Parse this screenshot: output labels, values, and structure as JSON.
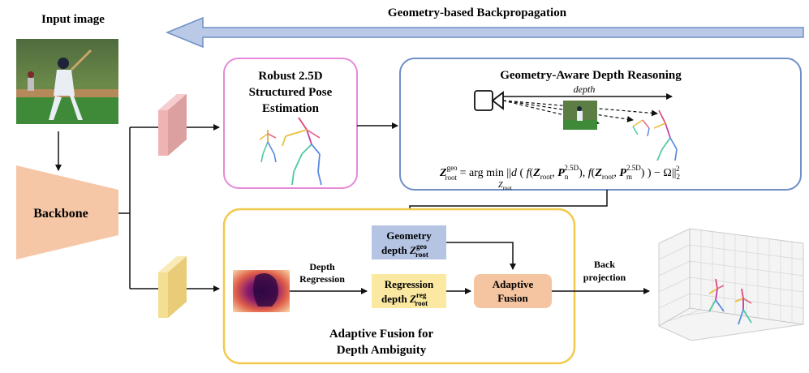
{
  "header": {
    "input_image_label": "Input image",
    "backprop_label": "Geometry-based Backpropagation"
  },
  "backbone": {
    "label": "Backbone"
  },
  "pose_box": {
    "line1": "Robust 2.5D",
    "line2": "Structured Pose",
    "line3": "Estimation"
  },
  "geometry_box": {
    "title": "Geometry-Aware Depth Reasoning",
    "depth_label": "depth",
    "equation": "Z_root^geo = arg min_{Z_root} ||d( f(Z_root, P_n^{2.5D}), f(Z_root, P_m^{2.5D}) ) − Ω||_2^2"
  },
  "fusion_box": {
    "title_line1": "Adaptive Fusion for",
    "title_line2": "Depth Ambiguity",
    "geo_depth_line1": "Geometry",
    "geo_depth_line2": "depth Z_root^geo",
    "reg_depth_line1": "Regression",
    "reg_depth_line2": "depth Z_root^reg",
    "adaptive_line1": "Adaptive",
    "adaptive_line2": "Fusion",
    "depth_regression_line1": "Depth",
    "depth_regression_line2": "Regression"
  },
  "output": {
    "back_projection_line1": "Back",
    "back_projection_line2": "projection"
  },
  "colors": {
    "pink_border": "#e58ad9",
    "blue_border": "#6f8fc6",
    "yellow_border": "#f2c94c",
    "backbone_fill": "#f6c7a7",
    "geo_fill": "#b5c4e3",
    "reg_fill": "#fbe9a1",
    "fusion_fill": "#f5c4a1",
    "backprop_arrow_fill": "#b9c9e6",
    "backprop_arrow_stroke": "#6f8fc6"
  }
}
